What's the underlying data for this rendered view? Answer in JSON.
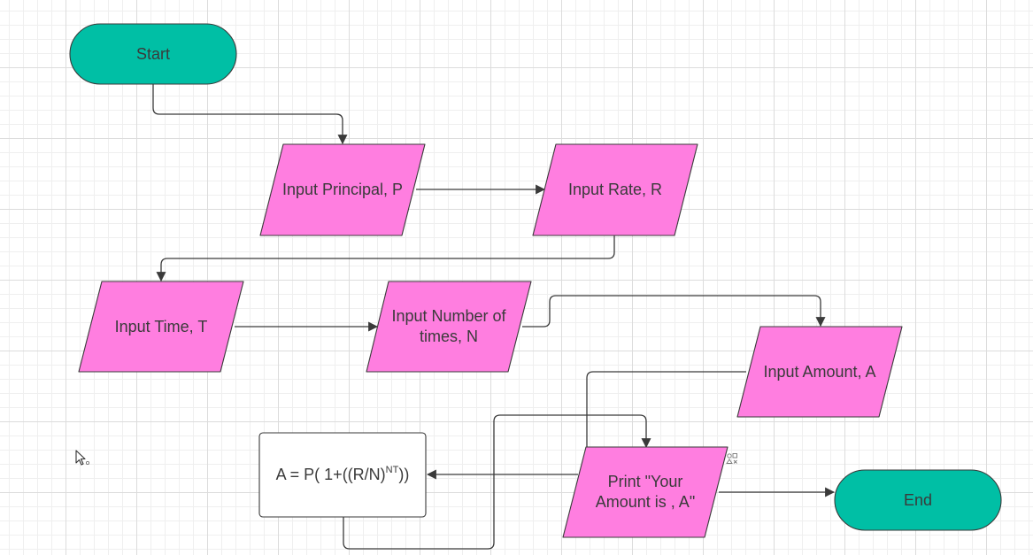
{
  "colors": {
    "terminal_fill": "#00bfa5",
    "io_fill": "#ff7ee0",
    "process_fill": "#ffffff",
    "stroke": "#3a3a3a",
    "connector": "#3a3a3a",
    "grid": "#dcdcdc"
  },
  "nodes": {
    "start": {
      "label": "Start",
      "shape": "terminal"
    },
    "input_principal": {
      "label": "Input Principal, P",
      "shape": "input-output"
    },
    "input_rate": {
      "label": "Input Rate, R",
      "shape": "input-output"
    },
    "input_time": {
      "label": "Input Time, T",
      "shape": "input-output"
    },
    "input_number": {
      "label_line1": "Input Number of",
      "label_line2": "times, N",
      "shape": "input-output"
    },
    "input_amount": {
      "label": "Input Amount, A",
      "shape": "input-output"
    },
    "formula": {
      "label_main": "A = P( 1+((R/N)",
      "label_exponent": "NT",
      "label_end": "))",
      "shape": "process"
    },
    "print_amount": {
      "label_line1": "Print \"Your",
      "label_line2": "Amount is , A\"",
      "shape": "input-output"
    },
    "end": {
      "label": "End",
      "shape": "terminal"
    }
  },
  "edges": [
    {
      "from": "start",
      "to": "input_principal"
    },
    {
      "from": "input_principal",
      "to": "input_rate"
    },
    {
      "from": "input_rate",
      "to": "input_time"
    },
    {
      "from": "input_time",
      "to": "input_number"
    },
    {
      "from": "input_number",
      "to": "input_amount"
    },
    {
      "from": "input_amount",
      "to": "print_amount"
    },
    {
      "from": "print_amount",
      "to": "formula"
    },
    {
      "from": "formula",
      "to": "print_amount"
    },
    {
      "from": "print_amount",
      "to": "end"
    }
  ],
  "icons": {
    "cursor": "mouse-pointer-icon",
    "rotate_handle": "rotate-handle-icon"
  }
}
